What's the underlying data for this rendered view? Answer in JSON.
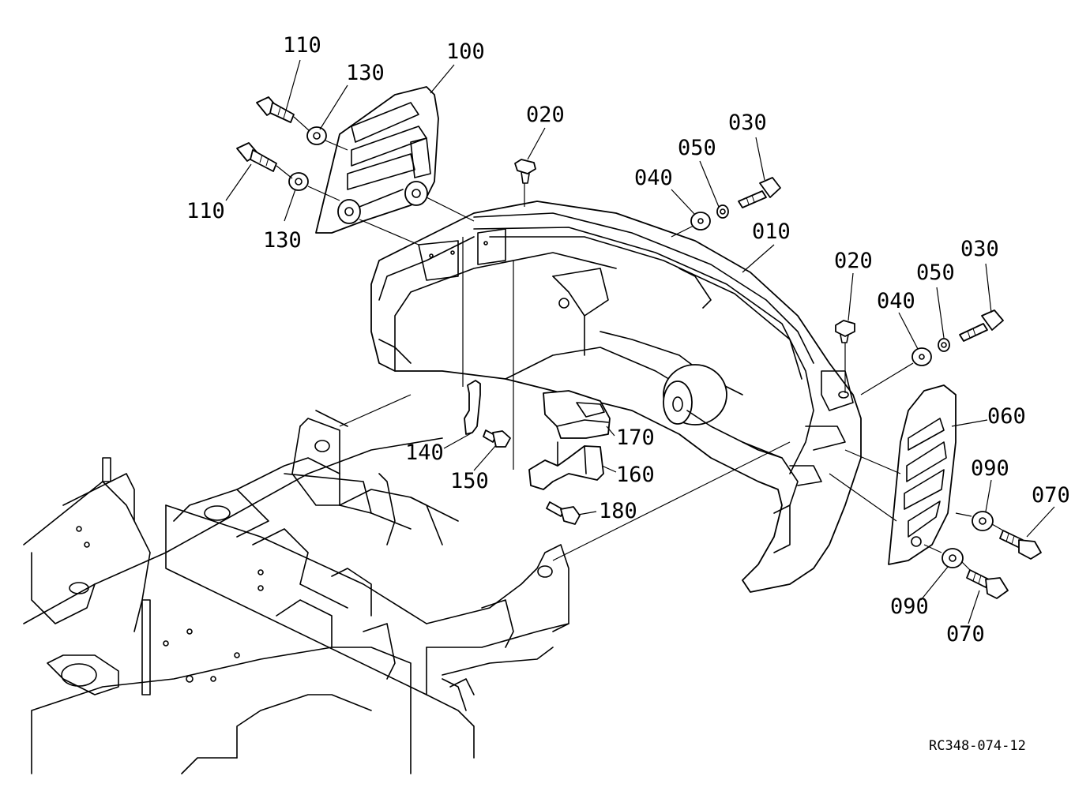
{
  "drawing_code": "RC348-074-12",
  "callouts": {
    "c110a": "110",
    "c130a": "130",
    "c100": "100",
    "c020a": "020",
    "c030a": "030",
    "c050a": "050",
    "c040a": "040",
    "c010": "010",
    "c110b": "110",
    "c130b": "130",
    "c020b": "020",
    "c030b": "030",
    "c050b": "050",
    "c040b": "040",
    "c060": "060",
    "c170": "170",
    "c140": "140",
    "c150": "150",
    "c160": "160",
    "c180": "180",
    "c090a": "090",
    "c070a": "070",
    "c090b": "090",
    "c070b": "070"
  }
}
